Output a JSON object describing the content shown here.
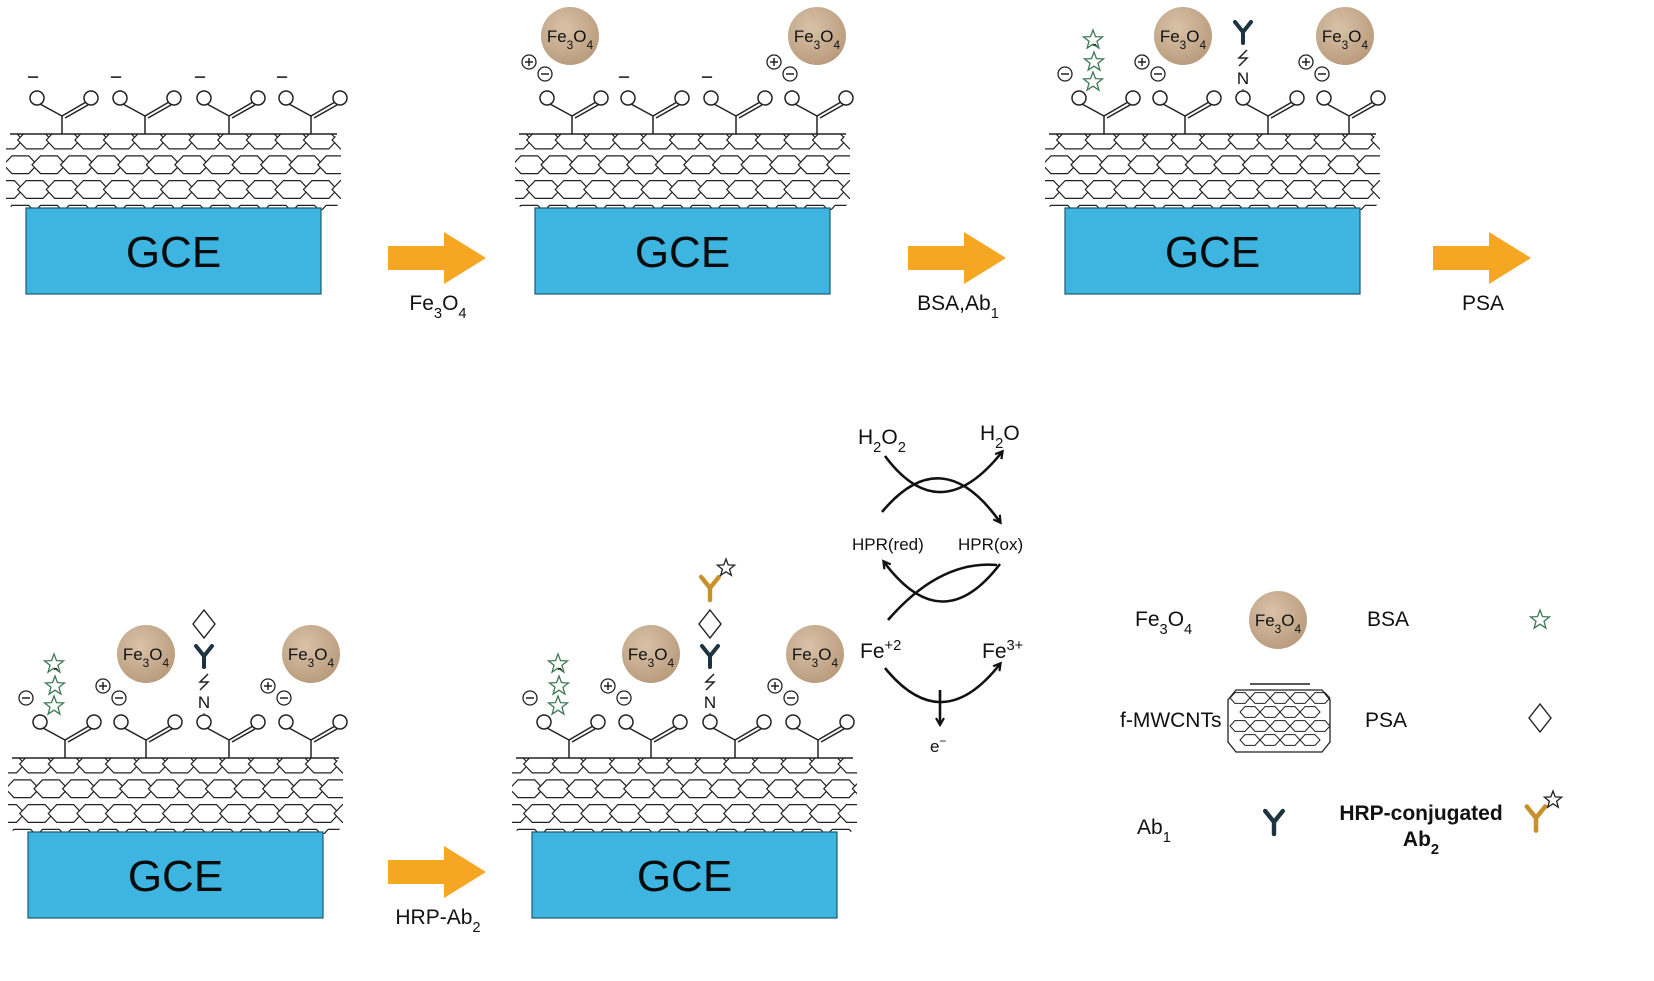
{
  "electrode_label": "GCE",
  "nanoparticle_label": {
    "base": "Fe",
    "sub1": "3",
    "mid": "O",
    "sub2": "4"
  },
  "charge_minus": "−",
  "charge_plus": "+",
  "linker_atom": "N",
  "steps": [
    {
      "id": "step1",
      "arrow_label": {
        "base": "Fe",
        "sub1": "3",
        "mid": "O",
        "sub2": "4"
      }
    },
    {
      "id": "step2",
      "arrow_label": {
        "base": "BSA,Ab",
        "sub1": "1",
        "mid": "",
        "sub2": ""
      }
    },
    {
      "id": "step3",
      "arrow_label": {
        "base": "PSA",
        "sub1": "",
        "mid": "",
        "sub2": ""
      }
    },
    {
      "id": "step4",
      "arrow_label": {
        "base": "HRP-Ab",
        "sub1": "2",
        "mid": "",
        "sub2": ""
      }
    }
  ],
  "cycle": {
    "h2o2": {
      "base": "H",
      "sub1": "2",
      "mid": "O",
      "sub2": "2"
    },
    "h2o": {
      "base": "H",
      "sub1": "2",
      "mid": "O",
      "sub2": ""
    },
    "hpr_red": "HPR(red)",
    "hpr_ox": "HPR(ox)",
    "fe2": {
      "base": "Fe",
      "sup": "+2"
    },
    "fe3": {
      "base": "Fe",
      "sup": "3+"
    },
    "electron": {
      "base": "e",
      "sup": "−"
    }
  },
  "legend": {
    "fe3o4": {
      "base": "Fe",
      "sub1": "3",
      "mid": "O",
      "sub2": "4"
    },
    "bsa": "BSA",
    "fmwcnts": "f-MWCNTs",
    "psa": "PSA",
    "ab1": {
      "base": "Ab",
      "sub": "1"
    },
    "hrp_line1": "HRP-conjugated",
    "hrp_line2": {
      "base": "Ab",
      "sub": "2"
    }
  },
  "colors": {
    "electrode_blue": "#3db5e0",
    "arrow_orange": "#f5a623",
    "nanoparticle_tan": "#c8ac8e",
    "bsa_green": "#3c7a55",
    "antibody_dark": "#1d3340",
    "hrp_antibody_gold": "#c8902a"
  }
}
